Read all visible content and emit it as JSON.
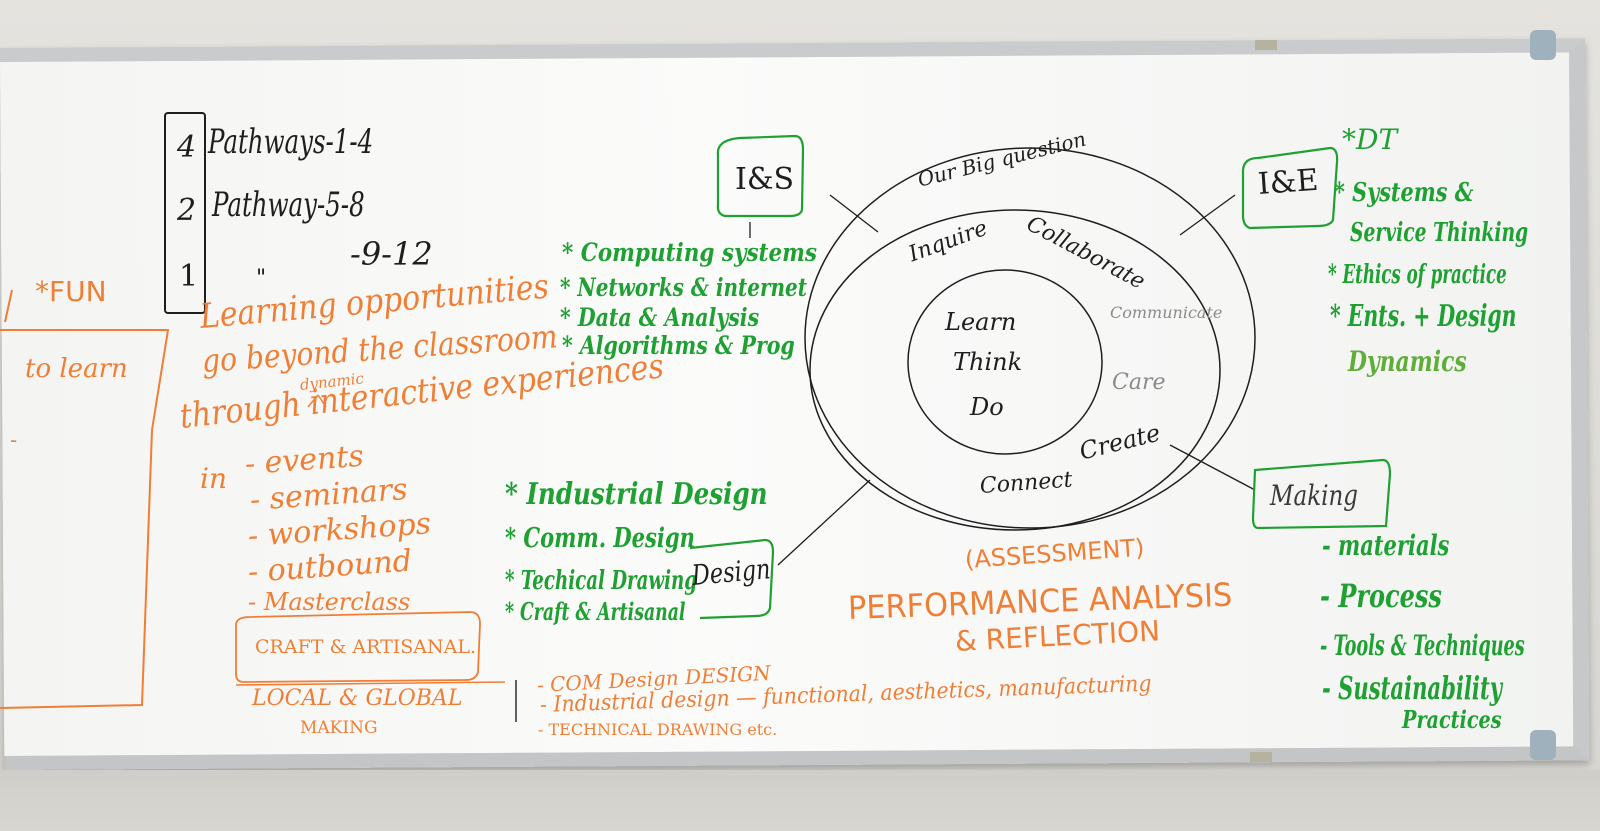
{
  "pathways": {
    "row1": {
      "num": "4",
      "text": "Pathways-1-4"
    },
    "row2": {
      "num": "2",
      "text": "Pathway-5-8"
    },
    "row3": {
      "num": "1",
      "ditto": "\"",
      "text": "-9-12"
    }
  },
  "left_panel": {
    "fun": "*FUN",
    "to_learn": "to learn",
    "dash": "-"
  },
  "learning": {
    "line1": "Learning opportunities",
    "line2": "go beyond the classroom",
    "dynamic": "dynamic",
    "line3": "through interactive experiences",
    "in": "in",
    "items": [
      "- events",
      "- seminars",
      "- workshops",
      "- outbound",
      "- Masterclass"
    ],
    "craft_box": "CRAFT & ARTISANAL."
  },
  "ids": {
    "label": "I&S",
    "items": [
      "* Computing systems",
      "* Networks & internet",
      "* Data & Analysis",
      "* Algorithms & Prog"
    ]
  },
  "design": {
    "label": "Design",
    "items": [
      "* Industrial Design",
      "* Comm. Design",
      "* Techical Drawing",
      "* Craft & Artisanal"
    ]
  },
  "circle": {
    "top": "Our Big question",
    "inquire": "Inquire",
    "collaborate": "Collaborate",
    "communicate": "Communicate",
    "care": "Care",
    "create": "Create",
    "connect": "Connect",
    "center": [
      "Learn",
      "Think",
      "Do"
    ]
  },
  "ie": {
    "label": "I&E",
    "items": [
      "*DT",
      "* Systems &",
      "Service Thinking",
      "* Ethics of practice",
      "* Ents. + Design",
      "Dynamics"
    ]
  },
  "making": {
    "label": "Making",
    "items": [
      "- materials",
      "- Process",
      "- Tools & Techniques",
      "- Sustainability",
      "Practices"
    ]
  },
  "assessment": {
    "line1": "(ASSESSMENT)",
    "line2": "PERFORMANCE ANALYSIS",
    "line3": "& REFLECTION"
  },
  "bottom": {
    "local": "LOCAL & GLOBAL",
    "making": "MAKING",
    "items": [
      "- COM Design DESIGN",
      "- Industrial design — functional, aesthetics, manufacturing",
      "- TECHNICAL DRAWING etc."
    ]
  },
  "colors": {
    "black": "#1e1e1e",
    "orange": "#f07e35",
    "green": "#1fa033",
    "board": "#f8f8f6"
  }
}
